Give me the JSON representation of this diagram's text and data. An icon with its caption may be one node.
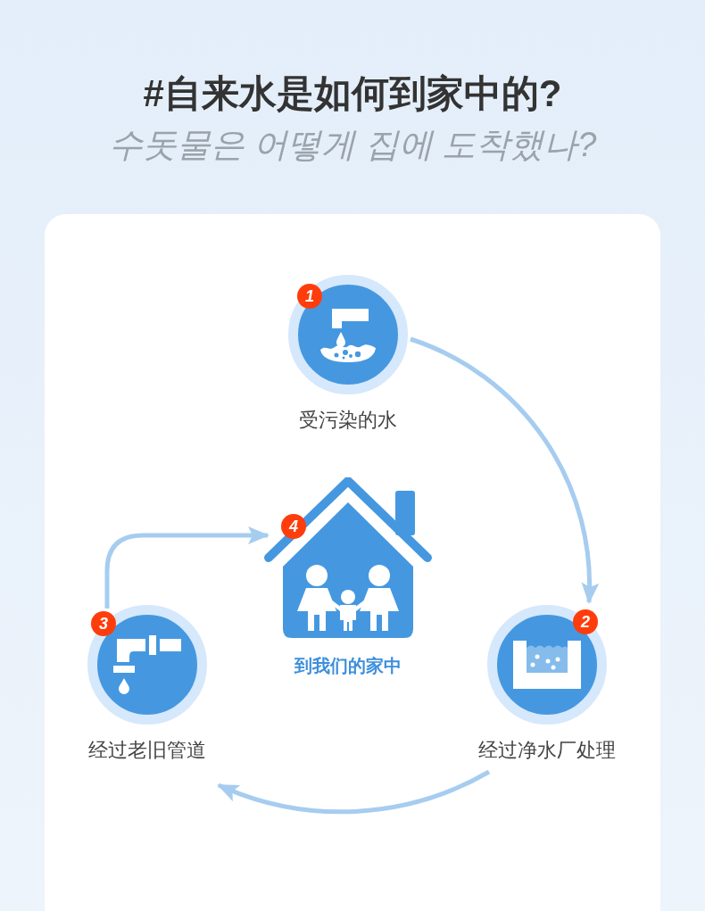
{
  "diagram": {
    "title": "#自来水是如何到家中的?",
    "nodes": [
      {
        "text": [
          "1",
          "受污染的水"
        ]
      },
      {
        "text": [
          "2",
          "经过净水厂处理"
        ]
      },
      {
        "text": [
          "3",
          "经过老旧管道"
        ]
      },
      {
        "text": [
          "4",
          "到我们的家中"
        ]
      }
    ],
    "edges": [
      {
        "from": 0,
        "to": 1,
        "arrow": "to"
      },
      {
        "from": 1,
        "to": 2,
        "arrow": "to"
      },
      {
        "from": 2,
        "to": 3,
        "arrow": "to"
      }
    ],
    "labels": [
      "수돗물은 어떻게 집에 도착했나?"
    ]
  }
}
